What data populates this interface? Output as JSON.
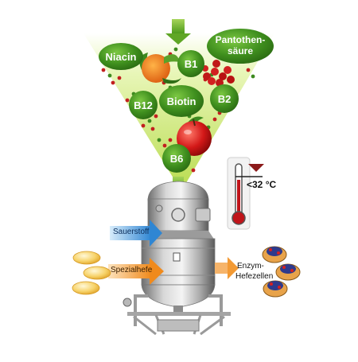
{
  "vitamins": {
    "niacin": "Niacin",
    "b1": "B1",
    "pantothen_line1": "Pantothen-",
    "pantothen_line2": "säure",
    "b12": "B12",
    "biotin": "Biotin",
    "b2": "B2",
    "b6": "B6"
  },
  "temperature": {
    "label": "<32 °C"
  },
  "inputs": {
    "oxygen": "Sauerstoff",
    "yeast": "Spezialhefe"
  },
  "output": {
    "line1": "Enzym-",
    "line2": "Hefezellen"
  },
  "colors": {
    "funnel": "#c9e86a",
    "bubble": "#3f8f1e",
    "arrow_green": "#7dbb2e",
    "arrow_blue": "#3b8fd6",
    "arrow_orange": "#f29a2e",
    "thermo_red": "#c0141a"
  }
}
